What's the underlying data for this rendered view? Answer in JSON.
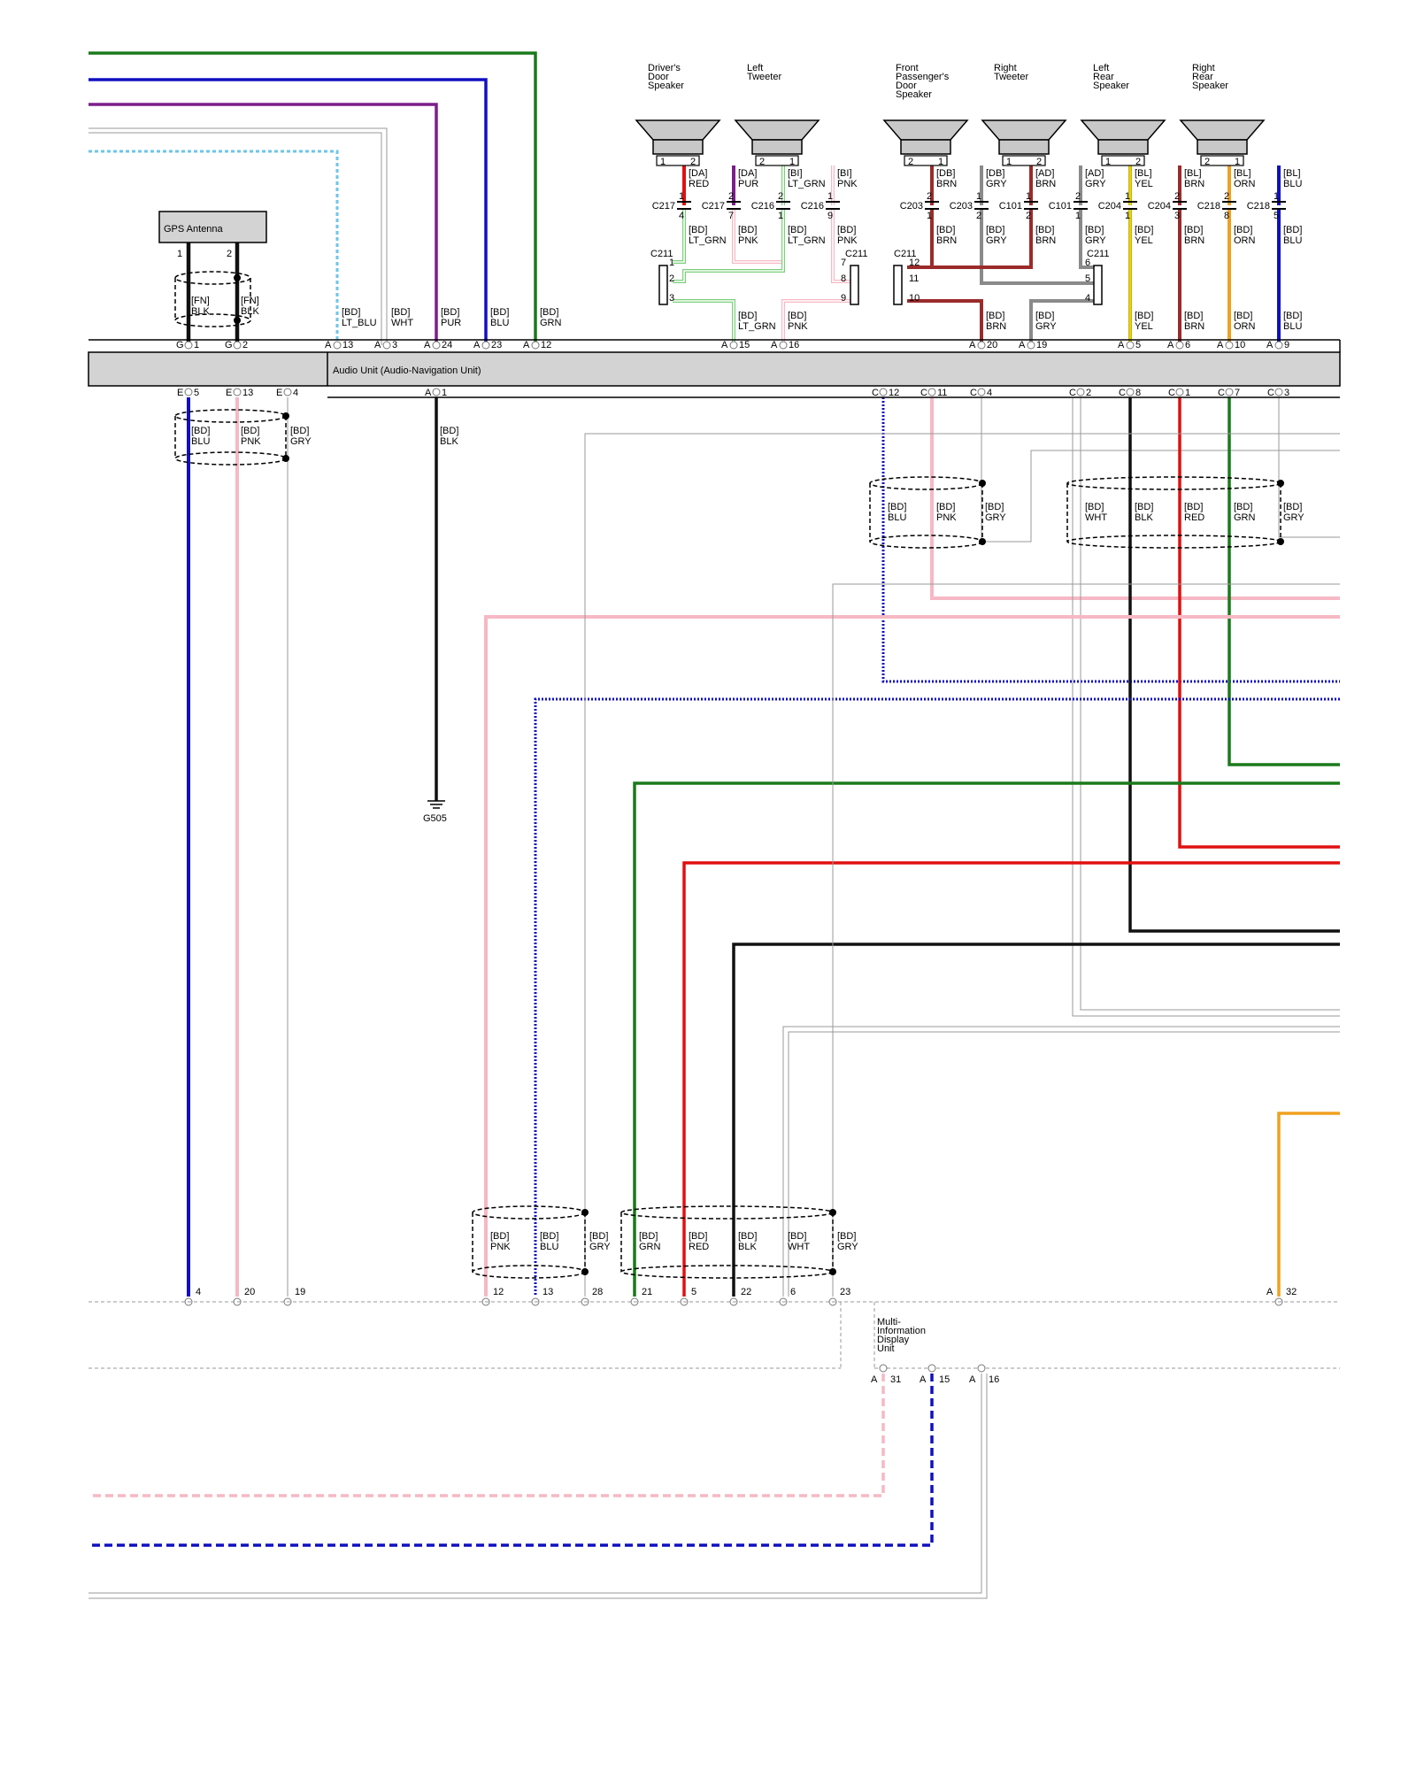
{
  "diagram": {
    "audio_unit_label": "Audio Unit (Audio-Navigation Unit)",
    "gps_antenna_label": "GPS Antenna",
    "midu_label": [
      "Multi-",
      "Information",
      "Display",
      "Unit"
    ],
    "ground_label": "G505"
  },
  "speakers": [
    {
      "name": [
        "Driver's",
        "Door",
        "Speaker"
      ],
      "pins": [
        "1",
        "2"
      ]
    },
    {
      "name": [
        "Left",
        "Tweeter"
      ],
      "pins": [
        "2",
        "1"
      ]
    },
    {
      "name": [
        "Front",
        "Passenger's",
        "Door",
        "Speaker"
      ],
      "pins": [
        "2",
        "1"
      ]
    },
    {
      "name": [
        "Right",
        "Tweeter"
      ],
      "pins": [
        "1",
        "2"
      ]
    },
    {
      "name": [
        "Left",
        "Rear",
        "Speaker"
      ],
      "pins": [
        "1",
        "2"
      ]
    },
    {
      "name": [
        "Right",
        "Rear",
        "Speaker"
      ],
      "pins": [
        "2",
        "1"
      ]
    }
  ],
  "wire_colors": {
    "GRN": "#1a7a1a",
    "BLU": "#1010c0",
    "PUR": "#7a1f8a",
    "LT_BLU": "#6ec6e8",
    "WHT": "#9a9a9a",
    "PNK": "#f6b8c4",
    "LT_GRN": "#7ccf7c",
    "RED": "#e01010",
    "BRN": "#9b2b2b",
    "GRY": "#8a8a8a",
    "YEL": "#e8d820",
    "ORN": "#f0a020",
    "BLK": "#111111"
  },
  "speaker_wires": [
    {
      "spec": [
        "[DA]",
        "RED"
      ],
      "c1": "C217",
      "p1": "1",
      "p2": "4",
      "spec2": [
        "[BD]",
        "LT_GRN"
      ],
      "color": "RED",
      "color2": "LT_GRN"
    },
    {
      "spec": [
        "[DA]",
        "PUR"
      ],
      "c1": "C217",
      "p1": "2",
      "p2": "7",
      "spec2": [
        "[BD]",
        "PNK"
      ],
      "color": "PUR",
      "color2": "PNK"
    },
    {
      "spec": [
        "[BI]",
        "LT_GRN"
      ],
      "c1": "C216",
      "p1": "2",
      "p2": "1",
      "spec2": [
        "[BD]",
        "LT_GRN"
      ],
      "color": "LT_GRN",
      "color2": "LT_GRN"
    },
    {
      "spec": [
        "[BI]",
        "PNK"
      ],
      "c1": "C216",
      "p1": "1",
      "p2": "9",
      "spec2": [
        "[BD]",
        "PNK"
      ],
      "color": "PNK",
      "color2": "PNK"
    },
    {
      "spec": [
        "[DB]",
        "BRN"
      ],
      "c1": "C203",
      "p1": "2",
      "p2": "1",
      "spec2": [
        "[BD]",
        "BRN"
      ],
      "color": "BRN",
      "color2": "BRN"
    },
    {
      "spec": [
        "[DB]",
        "GRY"
      ],
      "c1": "C203",
      "p1": "1",
      "p2": "2",
      "spec2": [
        "[BD]",
        "GRY"
      ],
      "color": "GRY",
      "color2": "GRY"
    },
    {
      "spec": [
        "[AD]",
        "BRN"
      ],
      "c1": "C101",
      "p1": "1",
      "p2": "2",
      "spec2": [
        "[BD]",
        "BRN"
      ],
      "color": "BRN",
      "color2": "BRN"
    },
    {
      "spec": [
        "[AD]",
        "GRY"
      ],
      "c1": "C101",
      "p1": "2",
      "p2": "1",
      "spec2": [
        "[BD]",
        "GRY"
      ],
      "color": "GRY",
      "color2": "GRY"
    },
    {
      "spec": [
        "[BL]",
        "YEL"
      ],
      "c1": "C204",
      "p1": "1",
      "p2": "1",
      "spec2": [
        "[BD]",
        "YEL"
      ],
      "color": "YEL",
      "color2": "YEL"
    },
    {
      "spec": [
        "[BL]",
        "BRN"
      ],
      "c1": "C204",
      "p1": "2",
      "p2": "3",
      "spec2": [
        "[BD]",
        "BRN"
      ],
      "color": "BRN",
      "color2": "BRN"
    },
    {
      "spec": [
        "[BL]",
        "ORN"
      ],
      "c1": "C218",
      "p1": "2",
      "p2": "8",
      "spec2": [
        "[BD]",
        "ORN"
      ],
      "color": "ORN",
      "color2": "ORN"
    },
    {
      "spec": [
        "[BL]",
        "BLU"
      ],
      "c1": "C218",
      "p1": "1",
      "p2": "5",
      "spec2": [
        "[BD]",
        "BLU"
      ],
      "color": "BLU",
      "color2": "BLU"
    }
  ],
  "c211_left": {
    "label": "C211",
    "pins": [
      "1",
      "2",
      "3"
    ]
  },
  "c211_mid": {
    "label": "C211",
    "pins": [
      "7",
      "8",
      "9"
    ]
  },
  "c211_right1": {
    "label": "C211",
    "pins": [
      "12",
      "11",
      "10"
    ]
  },
  "c211_right2": {
    "label": "C211",
    "pins": [
      "6",
      "5",
      "4"
    ]
  },
  "gps": {
    "pins": [
      "1",
      "2"
    ],
    "wires": [
      [
        "[FN]",
        "BLK"
      ],
      [
        "[FN]",
        "BLK"
      ]
    ],
    "connector_letter": "G",
    "au_pins": [
      "1",
      "2"
    ]
  },
  "top_wires": [
    {
      "letter": "A",
      "pin": "13",
      "spec": [
        "[BD]",
        "LT_BLU"
      ]
    },
    {
      "letter": "A",
      "pin": "3",
      "spec": [
        "[BD]",
        "WHT"
      ]
    },
    {
      "letter": "A",
      "pin": "24",
      "spec": [
        "[BD]",
        "PUR"
      ]
    },
    {
      "letter": "A",
      "pin": "23",
      "spec": [
        "[BD]",
        "BLU"
      ]
    },
    {
      "letter": "A",
      "pin": "12",
      "spec": [
        "[BD]",
        "GRN"
      ]
    },
    {
      "letter": "A",
      "pin": "15",
      "spec": [
        "[BD]",
        "LT_GRN"
      ]
    },
    {
      "letter": "A",
      "pin": "16",
      "spec": [
        "[BD]",
        "PNK"
      ]
    },
    {
      "letter": "A",
      "pin": "20",
      "spec": [
        "[BD]",
        "BRN"
      ]
    },
    {
      "letter": "A",
      "pin": "19",
      "spec": [
        "[BD]",
        "GRY"
      ]
    },
    {
      "letter": "A",
      "pin": "5",
      "spec": [
        "[BD]",
        "YEL"
      ]
    },
    {
      "letter": "A",
      "pin": "6",
      "spec": [
        "[BD]",
        "BRN"
      ]
    },
    {
      "letter": "A",
      "pin": "10",
      "spec": [
        "[BD]",
        "ORN"
      ]
    },
    {
      "letter": "A",
      "pin": "9",
      "spec": [
        "[BD]",
        "BLU"
      ]
    }
  ],
  "bottom_pins": [
    {
      "letter": "E",
      "pin": "5"
    },
    {
      "letter": "E",
      "pin": "13"
    },
    {
      "letter": "E",
      "pin": "4"
    },
    {
      "letter": "A",
      "pin": "1"
    },
    {
      "letter": "C",
      "pin": "12"
    },
    {
      "letter": "C",
      "pin": "11"
    },
    {
      "letter": "C",
      "pin": "4"
    },
    {
      "letter": "C",
      "pin": "2"
    },
    {
      "letter": "C",
      "pin": "8"
    },
    {
      "letter": "C",
      "pin": "1"
    },
    {
      "letter": "C",
      "pin": "7"
    },
    {
      "letter": "C",
      "pin": "3"
    }
  ],
  "e_shield": [
    [
      "[BD]",
      "BLU"
    ],
    [
      "[BD]",
      "PNK"
    ],
    [
      "[BD]",
      "GRY"
    ]
  ],
  "ground_wire": [
    "[BD]",
    "BLK"
  ],
  "c_shield1": [
    [
      "[BD]",
      "BLU"
    ],
    [
      "[BD]",
      "PNK"
    ],
    [
      "[BD]",
      "GRY"
    ]
  ],
  "c_shield2": [
    [
      "[BD]",
      "WHT"
    ],
    [
      "[BD]",
      "BLK"
    ],
    [
      "[BD]",
      "RED"
    ],
    [
      "[BD]",
      "GRN"
    ],
    [
      "[BD]",
      "GRY"
    ]
  ],
  "lower_shield1": [
    [
      "[BD]",
      "PNK"
    ],
    [
      "[BD]",
      "BLU"
    ],
    [
      "[BD]",
      "GRY"
    ]
  ],
  "lower_shield2": [
    [
      "[BD]",
      "GRN"
    ],
    [
      "[BD]",
      "RED"
    ],
    [
      "[BD]",
      "BLK"
    ],
    [
      "[BD]",
      "WHT"
    ],
    [
      "[BD]",
      "GRY"
    ]
  ],
  "lower_pins": [
    {
      "letter": "",
      "pin": "4"
    },
    {
      "letter": "",
      "pin": "20"
    },
    {
      "letter": "",
      "pin": "19"
    },
    {
      "letter": "",
      "pin": "12"
    },
    {
      "letter": "",
      "pin": "13"
    },
    {
      "letter": "",
      "pin": "28"
    },
    {
      "letter": "",
      "pin": "21"
    },
    {
      "letter": "",
      "pin": "5"
    },
    {
      "letter": "",
      "pin": "22"
    },
    {
      "letter": "",
      "pin": "6"
    },
    {
      "letter": "",
      "pin": "23"
    },
    {
      "letter": "A",
      "pin": "32"
    }
  ],
  "midu_pins": [
    {
      "letter": "A",
      "pin": "31"
    },
    {
      "letter": "A",
      "pin": "15"
    },
    {
      "letter": "A",
      "pin": "16"
    }
  ]
}
